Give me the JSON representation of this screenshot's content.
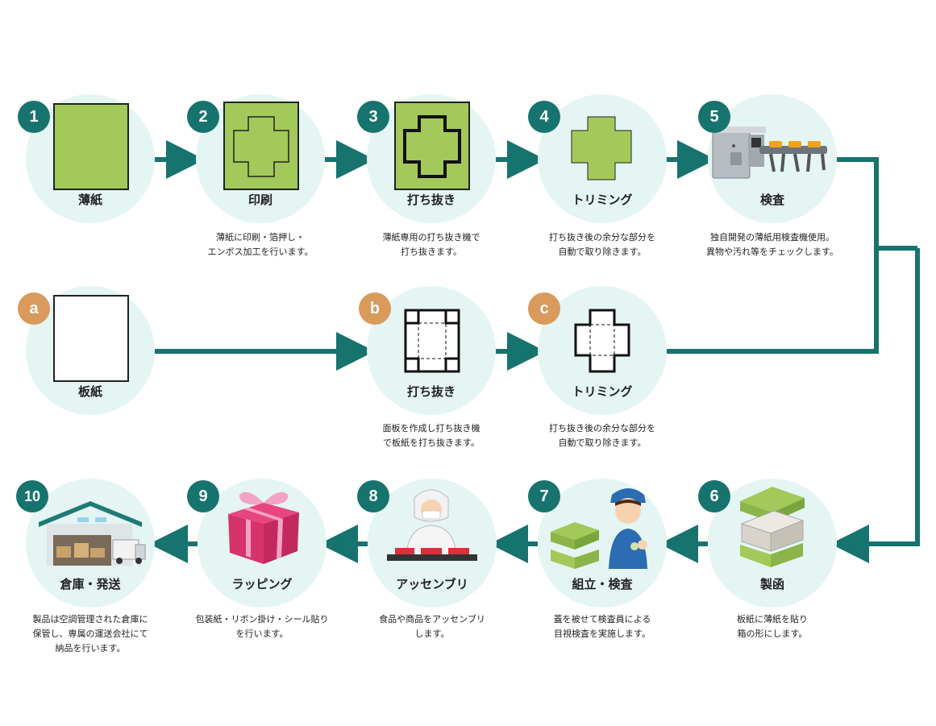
{
  "colors": {
    "teal": "#17736e",
    "orange": "#d99a5b",
    "circle": "#e4f5f3",
    "paper_green": "#a2c95a"
  },
  "steps": {
    "s1": {
      "num": "1",
      "label": "薄紙"
    },
    "s2": {
      "num": "2",
      "label": "印刷",
      "desc": [
        "薄紙に印刷・箔押し・",
        "エンボス加工を行います。"
      ]
    },
    "s3": {
      "num": "3",
      "label": "打ち抜き",
      "desc": [
        "薄紙専用の打ち抜き機で",
        "打ち抜きます。"
      ]
    },
    "s4": {
      "num": "4",
      "label": "トリミング",
      "desc": [
        "打ち抜き後の余分な部分を",
        "自動で取り除きます。"
      ]
    },
    "s5": {
      "num": "5",
      "label": "検査",
      "desc": [
        "独自開発の薄紙用検査機使用。",
        "異物や汚れ等をチェックします。"
      ]
    },
    "sa": {
      "num": "a",
      "label": "板紙"
    },
    "sb": {
      "num": "b",
      "label": "打ち抜き",
      "desc": [
        "面板を作成し打ち抜き機",
        "で板紙を打ち抜きます。"
      ]
    },
    "sc": {
      "num": "c",
      "label": "トリミング",
      "desc": [
        "打ち抜き後の余分な部分を",
        "自動で取り除きます。"
      ]
    },
    "s6": {
      "num": "6",
      "label": "製函",
      "desc": [
        "板紙に薄紙を貼り",
        "箱の形にします。"
      ]
    },
    "s7": {
      "num": "7",
      "label": "組立・検査",
      "desc": [
        "蓋を被せて検査員による",
        "目視検査を実施します。"
      ]
    },
    "s8": {
      "num": "8",
      "label": "アッセンブリ",
      "desc": [
        "食品や商品をアッセンブリ",
        "します。"
      ]
    },
    "s9": {
      "num": "9",
      "label": "ラッピング",
      "desc": [
        "包装紙・リボン掛け・シール貼り",
        "を行います。"
      ]
    },
    "s10": {
      "num": "10",
      "label": "倉庫・発送",
      "desc": [
        "製品は空調管理された倉庫に",
        "保管し、専属の運送会社にて",
        "納品を行います。"
      ]
    }
  }
}
